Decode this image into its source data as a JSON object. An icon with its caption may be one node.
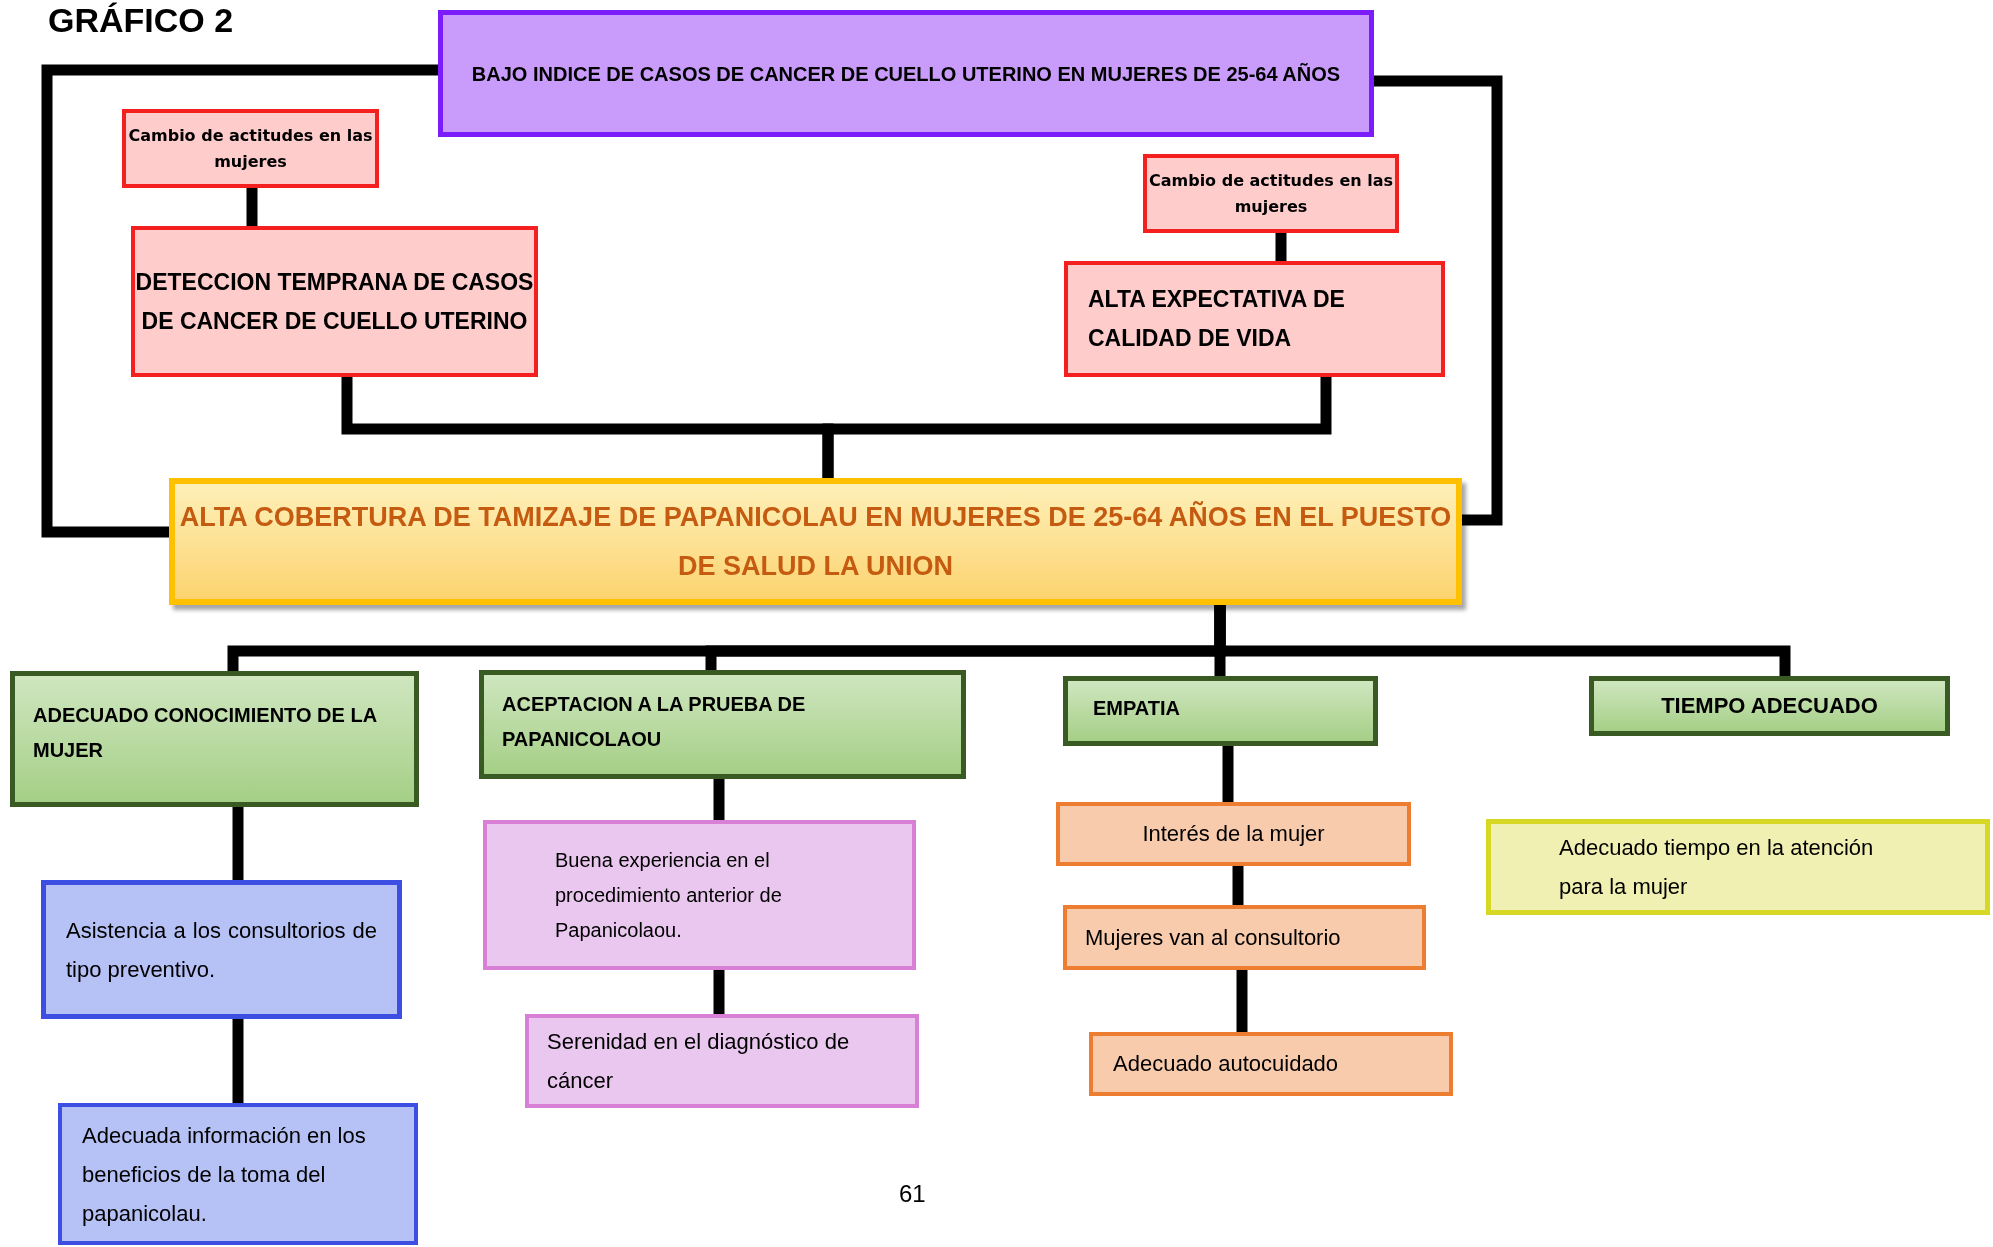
{
  "diagram": {
    "title": "GRÁFICO 2",
    "nodes": [
      {
        "text": [
          "BAJO INDICE DE CASOS DE CANCER DE CUELLO UTERINO EN MUJERES DE 25-64 AÑOS"
        ]
      },
      {
        "text": [
          "Cambio de actitudes en las mujeres"
        ]
      },
      {
        "text": [
          "DETECCION TEMPRANA DE CASOS DE CANCER DE CUELLO UTERINO"
        ]
      },
      {
        "text": [
          "Cambio de actitudes en las mujeres"
        ]
      },
      {
        "text": [
          "ALTA EXPECTATIVA DE CALIDAD DE VIDA"
        ]
      },
      {
        "text": [
          "ALTA COBERTURA DE TAMIZAJE DE PAPANICOLAU EN MUJERES DE 25-64 AÑOS EN EL PUESTO DE SALUD LA UNION"
        ]
      },
      {
        "text": [
          "ADECUADO CONOCIMIENTO DE LA MUJER"
        ]
      },
      {
        "text": [
          "ACEPTACION A LA PRUEBA DE PAPANICOLAOU"
        ]
      },
      {
        "text": [
          "EMPATIA"
        ]
      },
      {
        "text": [
          "TIEMPO ADECUADO"
        ]
      },
      {
        "text": [
          "Asistencia a los consultorios de tipo preventivo."
        ]
      },
      {
        "text": [
          "Adecuada información en los beneficios de la toma del papanicolau."
        ]
      },
      {
        "text": [
          "Buena experiencia en el procedimiento anterior de Papanicolaou."
        ]
      },
      {
        "text": [
          "Serenidad en el diagnóstico de cáncer"
        ]
      },
      {
        "text": [
          "Interés de la mujer"
        ]
      },
      {
        "text": [
          "Mujeres van al consultorio"
        ]
      },
      {
        "text": [
          "Adecuado autocuidado"
        ]
      },
      {
        "text": [
          "Adecuado tiempo en la atención para la mujer"
        ]
      }
    ],
    "edges": [
      {
        "from": 1,
        "to": 2,
        "arrow": "none"
      },
      {
        "from": 3,
        "to": 4,
        "arrow": "none"
      },
      {
        "from": 2,
        "to": 5,
        "arrow": "none"
      },
      {
        "from": 4,
        "to": 5,
        "arrow": "none"
      },
      {
        "from": 0,
        "to": 5,
        "arrow": "none"
      },
      {
        "from": 0,
        "to": 5,
        "arrow": "none"
      },
      {
        "from": 5,
        "to": 6,
        "arrow": "none"
      },
      {
        "from": 5,
        "to": 7,
        "arrow": "none"
      },
      {
        "from": 5,
        "to": 8,
        "arrow": "none"
      },
      {
        "from": 5,
        "to": 9,
        "arrow": "none"
      },
      {
        "from": 6,
        "to": 10,
        "arrow": "none"
      },
      {
        "from": 10,
        "to": 11,
        "arrow": "none"
      },
      {
        "from": 7,
        "to": 12,
        "arrow": "none"
      },
      {
        "from": 12,
        "to": 13,
        "arrow": "none"
      },
      {
        "from": 8,
        "to": 14,
        "arrow": "none"
      },
      {
        "from": 14,
        "to": 15,
        "arrow": "none"
      },
      {
        "from": 15,
        "to": 16,
        "arrow": "none"
      }
    ],
    "labels": [
      "61"
    ]
  }
}
